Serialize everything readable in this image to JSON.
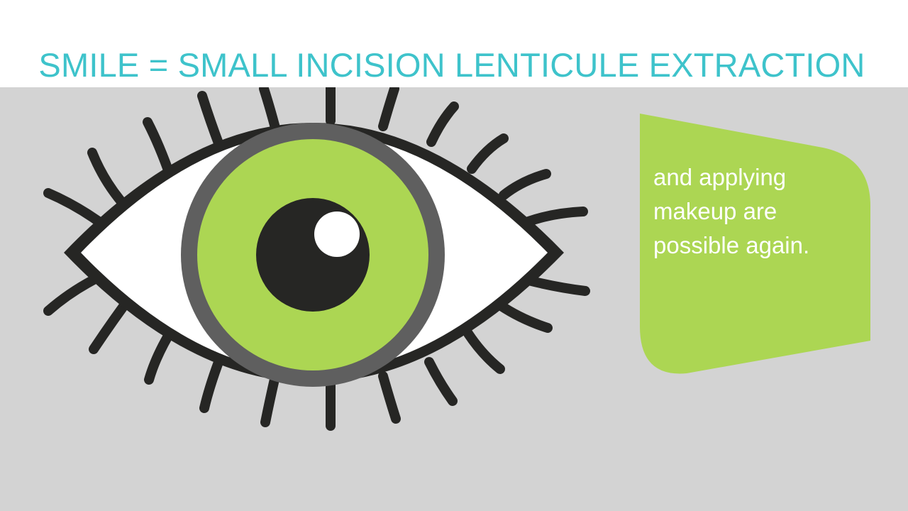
{
  "title": "SMILE = SMALL INCISION LENTICULE EXTRACTION",
  "callout": {
    "lines": [
      "and applying",
      "makeup are",
      "possible again."
    ]
  },
  "colors": {
    "title": "#3ec3cb",
    "background": "#d3d3d3",
    "header": "#ffffff",
    "outline": "#262624",
    "iris": "#acd653",
    "iris_ring": "#5f5f5f",
    "pupil": "#262624",
    "highlight": "#ffffff",
    "callout_fill": "#acd653"
  },
  "icons": [
    "eye-icon"
  ]
}
